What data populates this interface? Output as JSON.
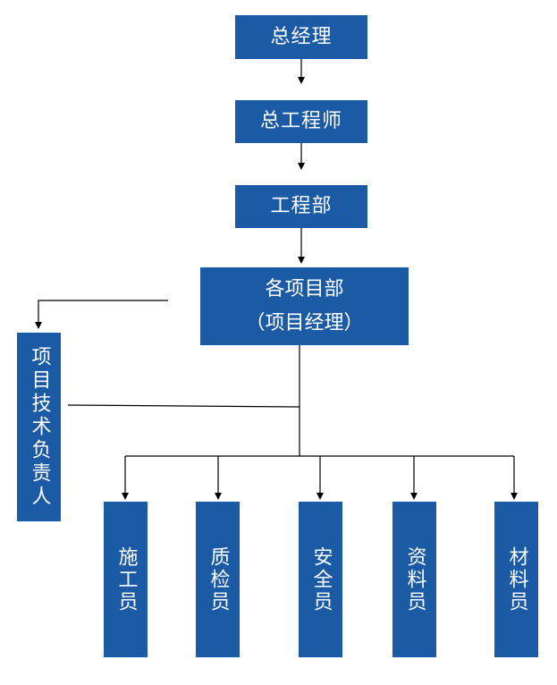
{
  "colors": {
    "box_fill": "#1b5aa5",
    "box_text": "#ffffff",
    "connector": "#000000"
  },
  "nodes": {
    "general_manager": "总经理",
    "chief_engineer": "总工程师",
    "engineering_dept": "工程部",
    "project_dept": {
      "line1": "各项目部",
      "line2": "（项目经理）"
    },
    "technical_lead": "项目技术负责人",
    "staff": [
      "施工员",
      "质检员",
      "安全员",
      "资料员",
      "材料员"
    ]
  }
}
